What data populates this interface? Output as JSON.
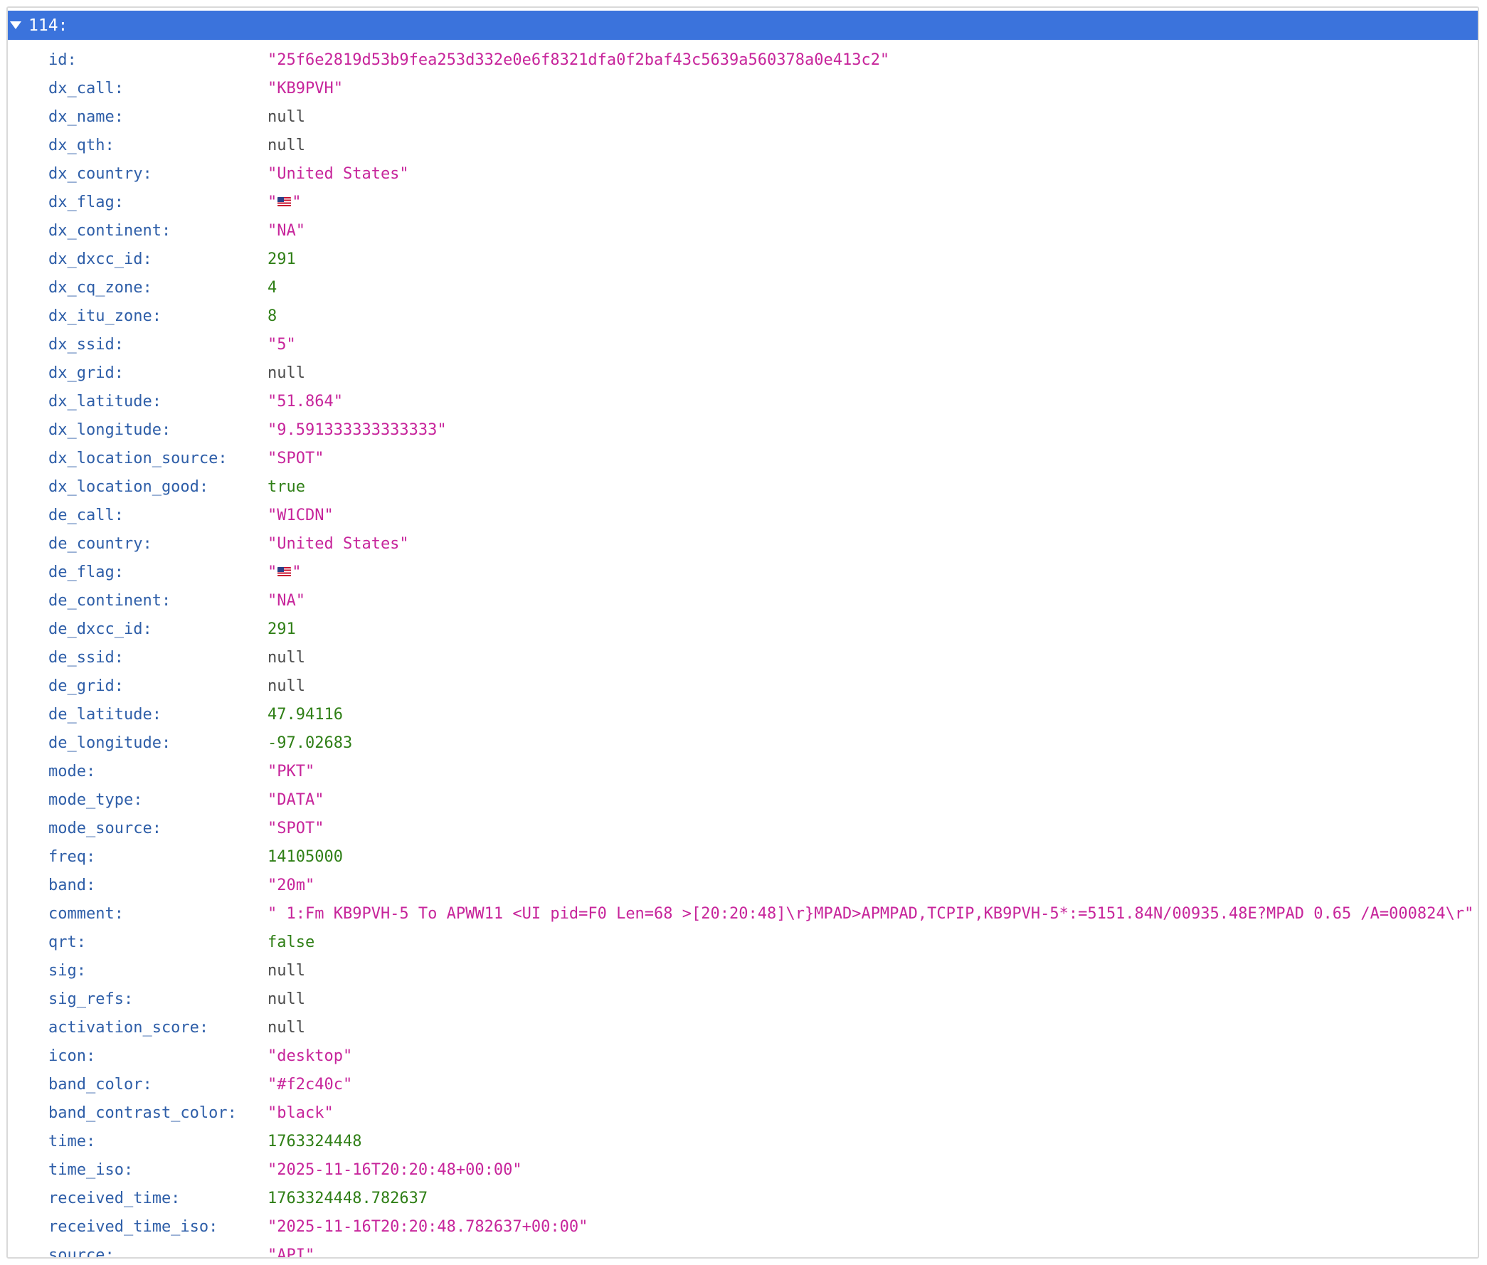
{
  "node": {
    "label": "114:"
  },
  "fields": [
    {
      "key": "id:",
      "value": "\"25f6e2819d53b9fea253d332e0e6f8321dfa0f2baf43c5639a560378a0e413c2\"",
      "type": "string"
    },
    {
      "key": "dx_call:",
      "value": "\"KB9PVH\"",
      "type": "string"
    },
    {
      "key": "dx_name:",
      "value": "null",
      "type": "null"
    },
    {
      "key": "dx_qth:",
      "value": "null",
      "type": "null"
    },
    {
      "key": "dx_country:",
      "value": "\"United States\"",
      "type": "string"
    },
    {
      "key": "dx_flag:",
      "value": "\"🇺🇸\"",
      "type": "flag"
    },
    {
      "key": "dx_continent:",
      "value": "\"NA\"",
      "type": "string"
    },
    {
      "key": "dx_dxcc_id:",
      "value": "291",
      "type": "number"
    },
    {
      "key": "dx_cq_zone:",
      "value": "4",
      "type": "number"
    },
    {
      "key": "dx_itu_zone:",
      "value": "8",
      "type": "number"
    },
    {
      "key": "dx_ssid:",
      "value": "\"5\"",
      "type": "string"
    },
    {
      "key": "dx_grid:",
      "value": "null",
      "type": "null"
    },
    {
      "key": "dx_latitude:",
      "value": "\"51.864\"",
      "type": "string"
    },
    {
      "key": "dx_longitude:",
      "value": "\"9.591333333333333\"",
      "type": "string"
    },
    {
      "key": "dx_location_source:",
      "value": "\"SPOT\"",
      "type": "string"
    },
    {
      "key": "dx_location_good:",
      "value": "true",
      "type": "bool"
    },
    {
      "key": "de_call:",
      "value": "\"W1CDN\"",
      "type": "string"
    },
    {
      "key": "de_country:",
      "value": "\"United States\"",
      "type": "string"
    },
    {
      "key": "de_flag:",
      "value": "\"🇺🇸\"",
      "type": "flag"
    },
    {
      "key": "de_continent:",
      "value": "\"NA\"",
      "type": "string"
    },
    {
      "key": "de_dxcc_id:",
      "value": "291",
      "type": "number"
    },
    {
      "key": "de_ssid:",
      "value": "null",
      "type": "null"
    },
    {
      "key": "de_grid:",
      "value": "null",
      "type": "null"
    },
    {
      "key": "de_latitude:",
      "value": "47.94116",
      "type": "number"
    },
    {
      "key": "de_longitude:",
      "value": "-97.02683",
      "type": "number"
    },
    {
      "key": "mode:",
      "value": "\"PKT\"",
      "type": "string"
    },
    {
      "key": "mode_type:",
      "value": "\"DATA\"",
      "type": "string"
    },
    {
      "key": "mode_source:",
      "value": "\"SPOT\"",
      "type": "string"
    },
    {
      "key": "freq:",
      "value": "14105000",
      "type": "number"
    },
    {
      "key": "band:",
      "value": "\"20m\"",
      "type": "string"
    },
    {
      "key": "comment:",
      "value": "\" 1:Fm KB9PVH-5 To APWW11 <UI pid=F0 Len=68 >[20:20:48]\\r}MPAD>APMPAD,TCPIP,KB9PVH-5*:=5151.84N/00935.48E?MPAD 0.65 /A=000824\\r\"",
      "type": "string"
    },
    {
      "key": "qrt:",
      "value": "false",
      "type": "bool"
    },
    {
      "key": "sig:",
      "value": "null",
      "type": "null"
    },
    {
      "key": "sig_refs:",
      "value": "null",
      "type": "null"
    },
    {
      "key": "activation_score:",
      "value": "null",
      "type": "null"
    },
    {
      "key": "icon:",
      "value": "\"desktop\"",
      "type": "string"
    },
    {
      "key": "band_color:",
      "value": "\"#f2c40c\"",
      "type": "string"
    },
    {
      "key": "band_contrast_color:",
      "value": "\"black\"",
      "type": "string"
    },
    {
      "key": "time:",
      "value": "1763324448",
      "type": "number"
    },
    {
      "key": "time_iso:",
      "value": "\"2025-11-16T20:20:48+00:00\"",
      "type": "string"
    },
    {
      "key": "received_time:",
      "value": "1763324448.782637",
      "type": "number"
    },
    {
      "key": "received_time_iso:",
      "value": "\"2025-11-16T20:20:48.782637+00:00\"",
      "type": "string"
    },
    {
      "key": "source:",
      "value": "\"API\"",
      "type": "string"
    }
  ],
  "colors": {
    "header_bg": "#3b73dc",
    "key": "#2e5ea8",
    "string": "#c7259b",
    "number": "#2f7f16",
    "null": "#4a4a4a"
  },
  "icons": {
    "twisty": "chevron-down-icon",
    "flag": "us-flag-icon"
  }
}
